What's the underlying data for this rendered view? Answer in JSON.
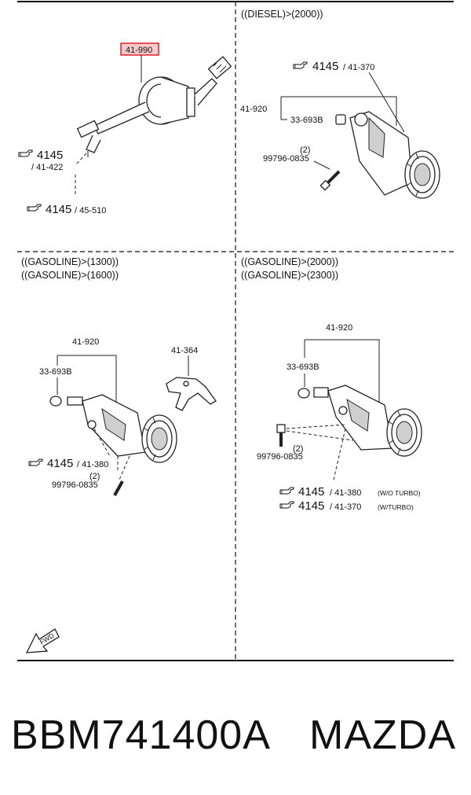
{
  "colors": {
    "highlight_box": "#e0222e",
    "highlight_fill": "#f6c9cb",
    "line": "#111111"
  },
  "panels": {
    "top_left": {
      "highlighted_part": "41-990",
      "refs": [
        {
          "code": "4145",
          "part": "/ 41-422"
        },
        {
          "code": "4145",
          "part": "/ 45-510"
        }
      ]
    },
    "top_right": {
      "condition": "((DIESEL)>(2000))",
      "ref": {
        "code": "4145",
        "part": "/ 41-370"
      },
      "part_a": "41-920",
      "part_b": "33-693B",
      "bolt_qty": "(2)",
      "bolt": "99796-0835"
    },
    "bottom_left": {
      "condition_1": "((GASOLINE)>(1300))",
      "condition_2": "((GASOLINE)>(1600))",
      "part_a": "41-920",
      "part_b": "33-693B",
      "part_c": "41-364",
      "ref": {
        "code": "4145",
        "part": "/ 41-380"
      },
      "bolt_qty": "(2)",
      "bolt": "99796-0835"
    },
    "bottom_right": {
      "condition_1": "((GASOLINE)>(2000))",
      "condition_2": "((GASOLINE)>(2300))",
      "part_a": "41-920",
      "part_b": "33-693B",
      "bolt_qty": "(2)",
      "bolt": "99796-0835",
      "refs": [
        {
          "code": "4145",
          "part": "/ 41-380",
          "note": "(W/O TURBO)"
        },
        {
          "code": "4145",
          "part": "/ 41-370",
          "note": "(W/TURBO)"
        }
      ]
    }
  },
  "fwd_label": "FWD",
  "footer": {
    "part_number": "BBM741400A",
    "brand": "MAZDA"
  }
}
